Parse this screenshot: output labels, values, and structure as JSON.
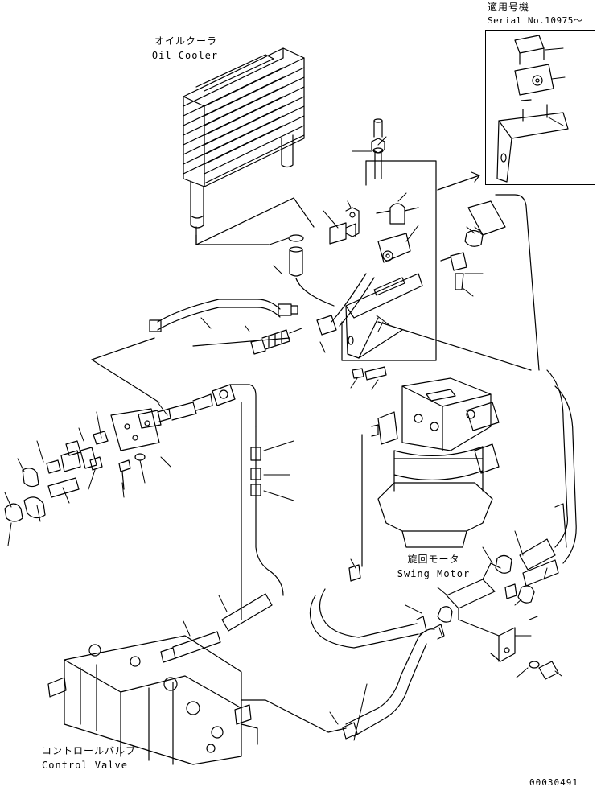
{
  "labels": {
    "oil_cooler_jp": "オイルクーラ",
    "oil_cooler_en": "Oil Cooler",
    "applicable_jp": "適用号機",
    "serial": "Serial No.10975～",
    "swing_motor_jp": "旋回モータ",
    "swing_motor_en": "Swing Motor",
    "control_valve_jp": "コントロールバルブ",
    "control_valve_en": "Control Valve",
    "drawing_no": "00030491"
  }
}
